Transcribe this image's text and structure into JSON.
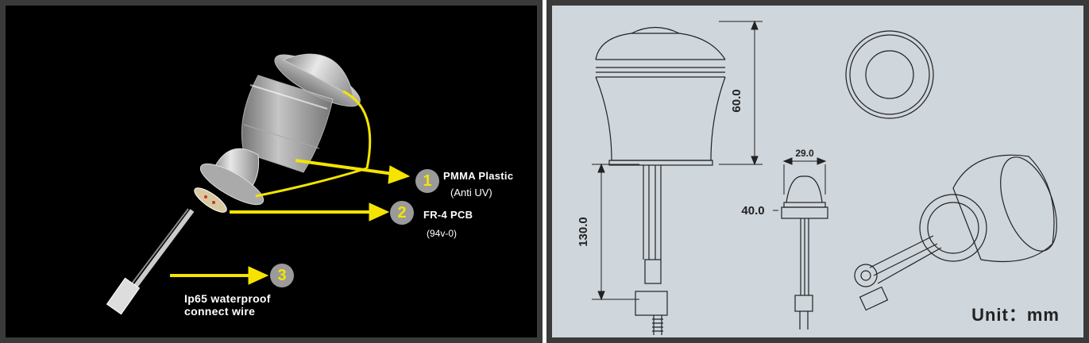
{
  "left": {
    "callouts": [
      {
        "number": "1",
        "title": "PMMA Plastic",
        "detail": "(Anti UV)"
      },
      {
        "number": "2",
        "title": "FR-4 PCB",
        "detail": "(94v-0)"
      },
      {
        "number": "3",
        "title": "Ip65 waterproof",
        "detail": "connect wire"
      }
    ],
    "arrow_color": "#f4e400"
  },
  "right": {
    "dimensions": {
      "height_head": "60.0",
      "wire_length": "130.0",
      "base_width": "29.0",
      "flange_width": "40.0"
    },
    "unit": "Unit：mm"
  }
}
